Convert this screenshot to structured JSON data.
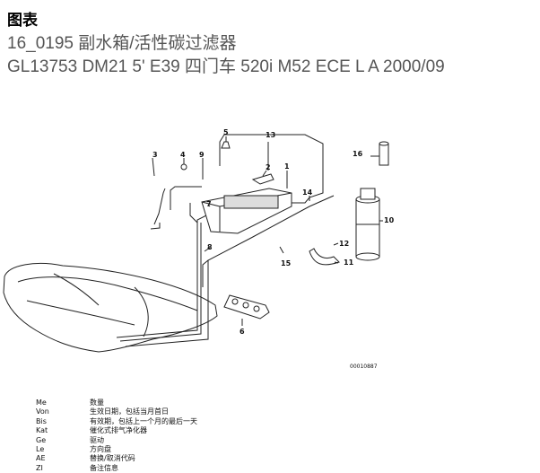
{
  "header": {
    "section": "图表",
    "title_line1": "16_0195 副水箱/活性碳过滤器",
    "title_line2": "GL13753 DM21 5' E39 四门车 520i M52 ECE L A 2000/09"
  },
  "diagram": {
    "callouts": {
      "c1": "1",
      "c2": "2",
      "c3": "3",
      "c4": "4",
      "c5": "5",
      "c6": "6",
      "c7": "7",
      "c8": "8",
      "c9": "9",
      "c10": "10",
      "c11": "11",
      "c12": "12",
      "c13": "13",
      "c14": "14",
      "c15": "15",
      "c16": "16"
    },
    "reference_number": "00010887"
  },
  "legend": [
    {
      "abbr": "Me",
      "desc": "数量"
    },
    {
      "abbr": "Von",
      "desc": "生效日期，包括当月首日"
    },
    {
      "abbr": "Bis",
      "desc": "有效期，包括上一个月的最后一天"
    },
    {
      "abbr": "Kat",
      "desc": "催化式排气净化器"
    },
    {
      "abbr": "Ge",
      "desc": "驱动"
    },
    {
      "abbr": "Le",
      "desc": "方向盘"
    },
    {
      "abbr": "AE",
      "desc": "替换/取消代码"
    },
    {
      "abbr": "ZI",
      "desc": "备注信息"
    }
  ]
}
